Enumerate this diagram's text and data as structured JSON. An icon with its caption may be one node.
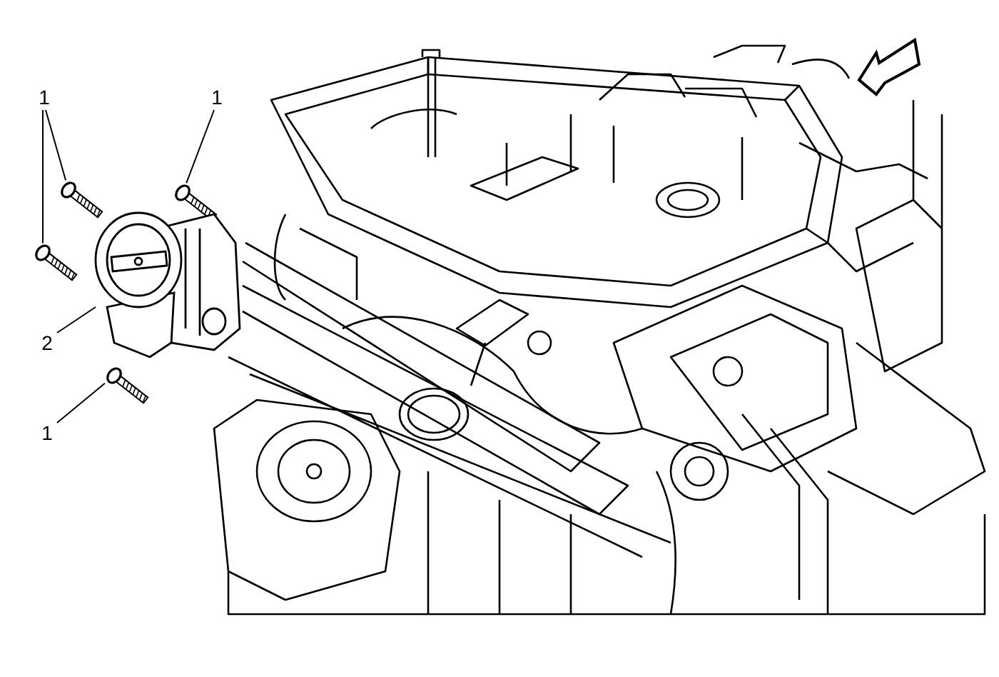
{
  "diagram": {
    "nodes": [
      {
        "text": [
          "1"
        ]
      },
      {
        "text": [],
        "shape": "picture"
      },
      {
        "text": [],
        "shape": "picture"
      },
      {
        "text": [
          "1"
        ]
      },
      {
        "text": [],
        "shape": "picture"
      },
      {
        "text": [
          "2"
        ]
      },
      {
        "text": [],
        "shape": "picture"
      },
      {
        "text": [
          "1"
        ]
      },
      {
        "text": [],
        "shape": "picture"
      }
    ],
    "edges": [
      {
        "from": 0,
        "to": 1,
        "arrow": "none"
      },
      {
        "from": 0,
        "to": 2,
        "arrow": "none"
      },
      {
        "from": 3,
        "to": 4,
        "arrow": "none"
      },
      {
        "from": 5,
        "to": 6,
        "arrow": "none"
      },
      {
        "from": 7,
        "to": 8,
        "arrow": "none"
      }
    ]
  }
}
